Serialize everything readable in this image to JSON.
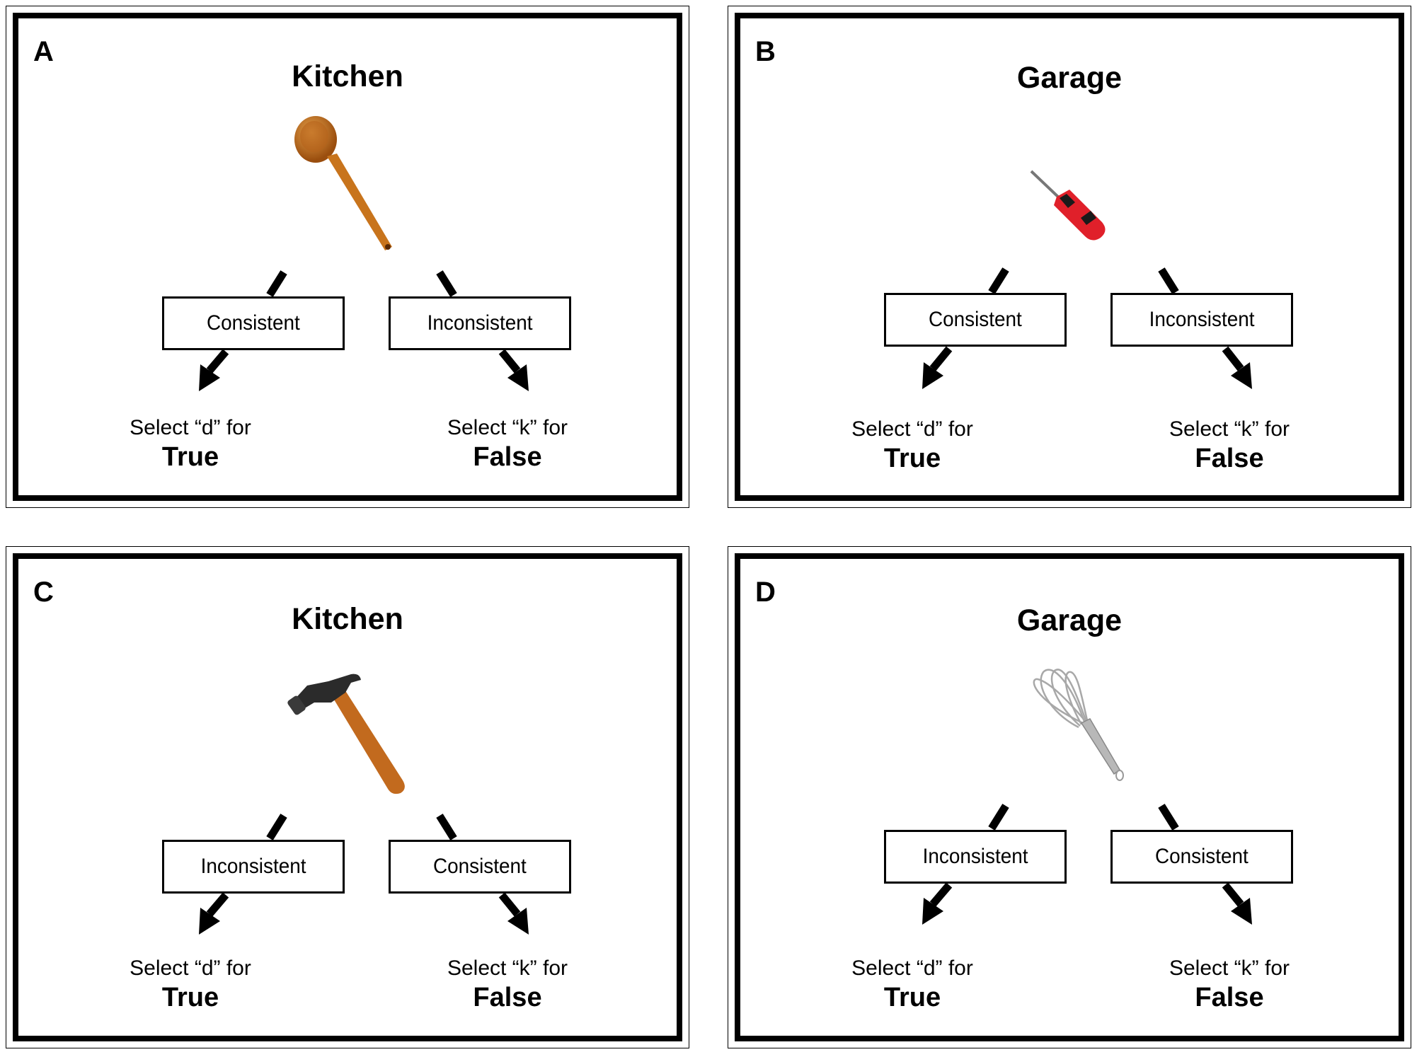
{
  "panels": [
    {
      "letter": "A",
      "scene": "Kitchen",
      "object": "spoon-icon",
      "left_label": "Consistent",
      "right_label": "Inconsistent",
      "left_select": "Select “d” for",
      "left_answer": "True",
      "right_select": "Select “k” for",
      "right_answer": "False"
    },
    {
      "letter": "B",
      "scene": "Garage",
      "object": "screwdriver-icon",
      "left_label": "Consistent",
      "right_label": "Inconsistent",
      "left_select": "Select “d” for",
      "left_answer": "True",
      "right_select": "Select “k” for",
      "right_answer": "False"
    },
    {
      "letter": "C",
      "scene": "Kitchen",
      "object": "hammer-icon",
      "left_label": "Inconsistent",
      "right_label": "Consistent",
      "left_select": "Select “d” for",
      "left_answer": "True",
      "right_select": "Select “k” for",
      "right_answer": "False"
    },
    {
      "letter": "D",
      "scene": "Garage",
      "object": "whisk-icon",
      "left_label": "Inconsistent",
      "right_label": "Consistent",
      "left_select": "Select “d” for",
      "left_answer": "True",
      "right_select": "Select “k” for",
      "right_answer": "False"
    }
  ],
  "colors": {
    "spoon": "#c8741c",
    "screwdriver_handle": "#e0202a",
    "hammer_handle": "#c26a1e",
    "hammer_head": "#2b2b2b",
    "whisk": "#a8a8a8"
  }
}
